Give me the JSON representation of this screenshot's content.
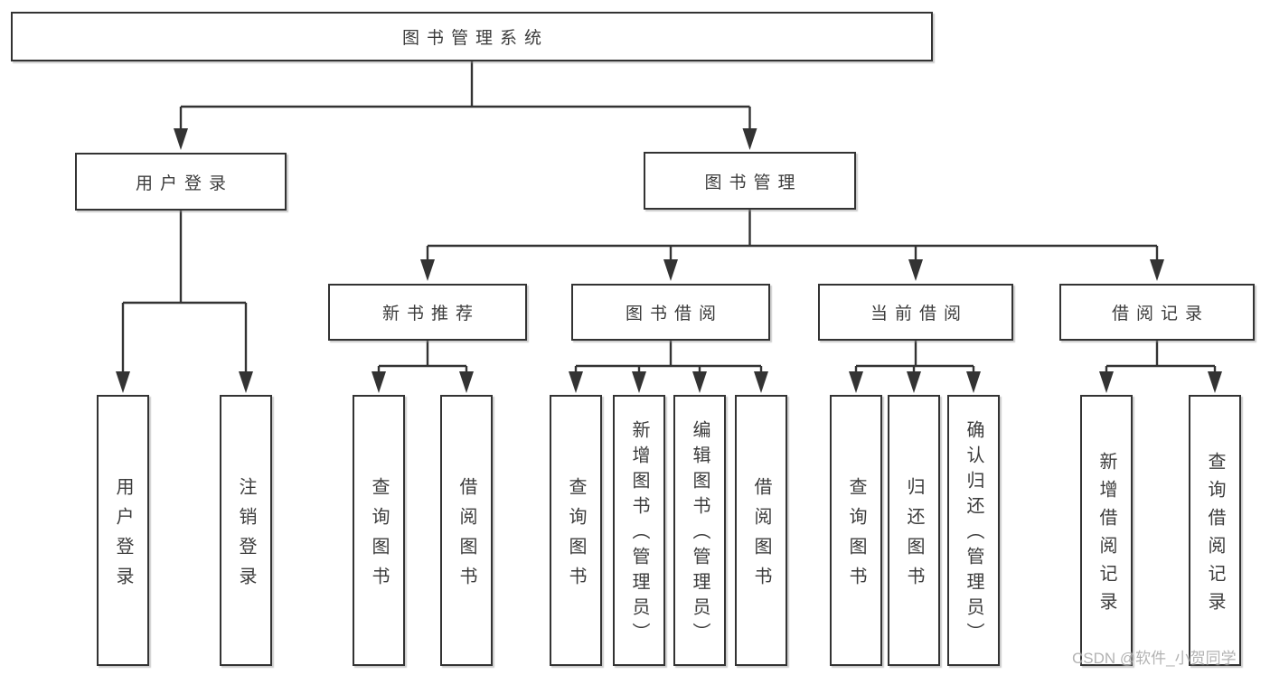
{
  "title": "图书管理系统",
  "level2": {
    "left": "用户登录",
    "right": "图书管理"
  },
  "level3": [
    "新书推荐",
    "图书借阅",
    "当前借阅",
    "借阅记录"
  ],
  "leaves": {
    "user_login": [
      "用户登录",
      "注销登录"
    ],
    "new_book": [
      "查询图书",
      "借阅图书"
    ],
    "borrowing": [
      "查询图书",
      "新增图书（管理员）",
      "编辑图书（管理员）",
      "借阅图书"
    ],
    "current": [
      "查询图书",
      "归还图书",
      "确认归还（管理员）"
    ],
    "records": [
      "新增借阅记录",
      "查询借阅记录"
    ]
  },
  "hierarchy": {
    "图书管理系统": {
      "用户登录": [
        "用户登录",
        "注销登录"
      ],
      "图书管理": {
        "新书推荐": [
          "查询图书",
          "借阅图书"
        ],
        "图书借阅": [
          "查询图书",
          "新增图书（管理员）",
          "编辑图书（管理员）",
          "借阅图书"
        ],
        "当前借阅": [
          "查询图书",
          "归还图书",
          "确认归还（管理员）"
        ],
        "借阅记录": [
          "新增借阅记录",
          "查询借阅记录"
        ]
      }
    }
  },
  "watermark": "CSDN @软件_小贺同学",
  "colors": {
    "line": "#333333",
    "text": "#3c3c3c",
    "background": "#ffffff",
    "watermark": "#a6a6a6"
  }
}
